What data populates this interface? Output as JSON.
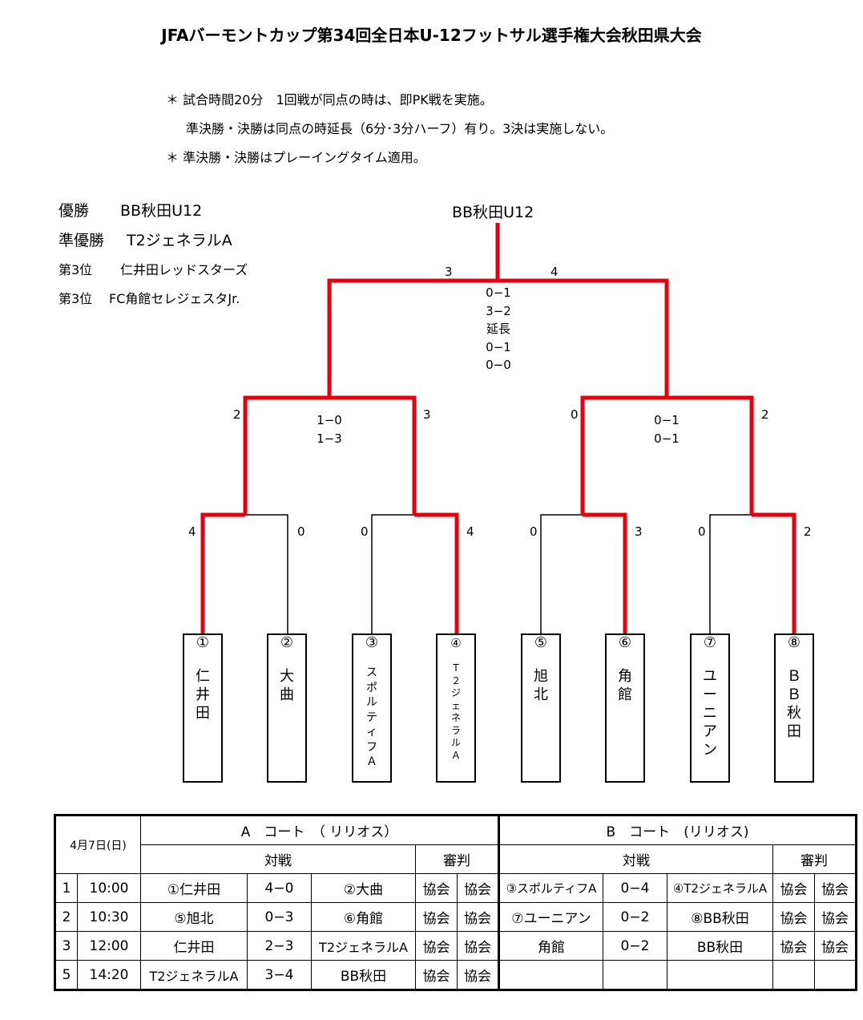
{
  "title": "JFAバーモントカップ第34回全日本U-12フットサル選手権大会秋田県大会",
  "notes": [
    "＊ 試合時間20分　1回戦が同点の時は、即PK戦を実施。",
    "準決勝・決勝は同点の時延長（6分･3分ハーフ）有り。3決は実施しない。",
    "＊ 準決勝・決勝はプレーイングタイム適用。"
  ],
  "results": [
    {
      "label": "優勝",
      "team": "BB秋田U12"
    },
    {
      "label": "準優勝",
      "team": "T2ジェネラルA"
    },
    {
      "label": "第3位",
      "team": "仁井田レッドスターズ"
    },
    {
      "label": "第3位",
      "team": "FC角館セレジェスタJr."
    }
  ],
  "bracket": {
    "champion": "BB秋田U12",
    "final": {
      "left_score": "3",
      "right_score": "4",
      "details": [
        "0−1",
        "3−2",
        "延長",
        "0−1",
        "0−0"
      ]
    },
    "semi_left": {
      "left_score": "2",
      "right_score": "3",
      "details": [
        "1−0",
        "1−3"
      ]
    },
    "semi_right": {
      "left_score": "0",
      "right_score": "2",
      "details": [
        "0−1",
        "0−1"
      ]
    },
    "r1_scores": [
      "4",
      "0",
      "0",
      "4",
      "0",
      "3",
      "0",
      "2"
    ],
    "teams": [
      {
        "num": "①",
        "name": [
          "仁",
          "井",
          "田"
        ]
      },
      {
        "num": "②",
        "name": [
          "大",
          "曲"
        ]
      },
      {
        "num": "③",
        "name": [
          "ス",
          "ポ",
          "ル",
          "テ",
          "ィ",
          "フ",
          "Ａ"
        ]
      },
      {
        "num": "④",
        "name": [
          "Ｔ",
          "２",
          "ジ",
          "ェ",
          "ネ",
          "ラ",
          "ル",
          "Ａ"
        ]
      },
      {
        "num": "⑤",
        "name": [
          "旭",
          "北"
        ]
      },
      {
        "num": "⑥",
        "name": [
          "角",
          "館"
        ]
      },
      {
        "num": "⑦",
        "name": [
          "ユ",
          "ー",
          "ニ",
          "ア",
          "ン"
        ]
      },
      {
        "num": "⑧",
        "name": [
          "Ｂ",
          "Ｂ",
          "秋",
          "田"
        ]
      }
    ],
    "colors": {
      "winner": "#e8000b",
      "line": "#000000"
    }
  },
  "schedule": {
    "date": "4月7日(日)",
    "court_a": "A　コート　（ リリオス）",
    "court_b": "B　コート　(リリオス)",
    "match_label": "対戦",
    "referee_label": "審判",
    "rows": [
      {
        "no": "1",
        "time": "10:00",
        "a": [
          "①仁井田",
          "4−0",
          "②大曲",
          "協会",
          "協会"
        ],
        "b": [
          "③スポルティフA",
          "0−4",
          "④T2ジェネラルA",
          "協会",
          "協会"
        ]
      },
      {
        "no": "2",
        "time": "10:30",
        "a": [
          "⑤旭北",
          "0−3",
          "⑥角館",
          "協会",
          "協会"
        ],
        "b": [
          "⑦ユーニアン",
          "0−2",
          "⑧BB秋田",
          "協会",
          "協会"
        ]
      },
      {
        "no": "3",
        "time": "12:00",
        "a": [
          "仁井田",
          "2−3",
          "T2ジェネラルA",
          "協会",
          "協会"
        ],
        "b": [
          "角館",
          "0−2",
          "BB秋田",
          "協会",
          "協会"
        ]
      },
      {
        "no": "5",
        "time": "14:20",
        "a": [
          "T2ジェネラルA",
          "3−4",
          "BB秋田",
          "協会",
          "協会"
        ],
        "b": [
          "",
          "",
          "",
          "",
          ""
        ]
      }
    ]
  }
}
